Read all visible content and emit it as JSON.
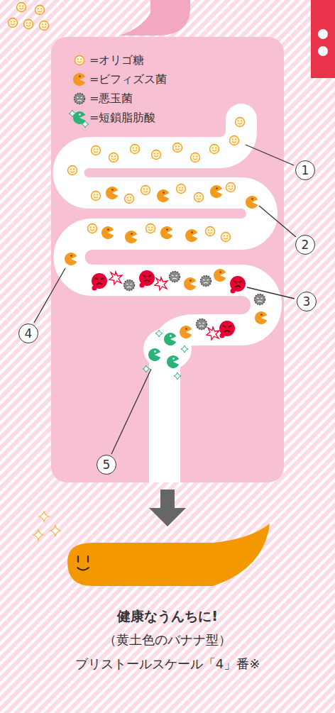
{
  "diagram": {
    "labels": [
      "1",
      "2",
      "3",
      "4",
      "5",
      "健康なうんちに!",
      "（黄土色のバナナ型）",
      "ブリストールスケール「4」番※"
    ],
    "legend": [
      {
        "text": "=オリゴ糖"
      },
      {
        "text": "=ビフィズス菌"
      },
      {
        "text": "=悪玉菌"
      },
      {
        "text": "=短鎖脂肪酸"
      }
    ]
  }
}
